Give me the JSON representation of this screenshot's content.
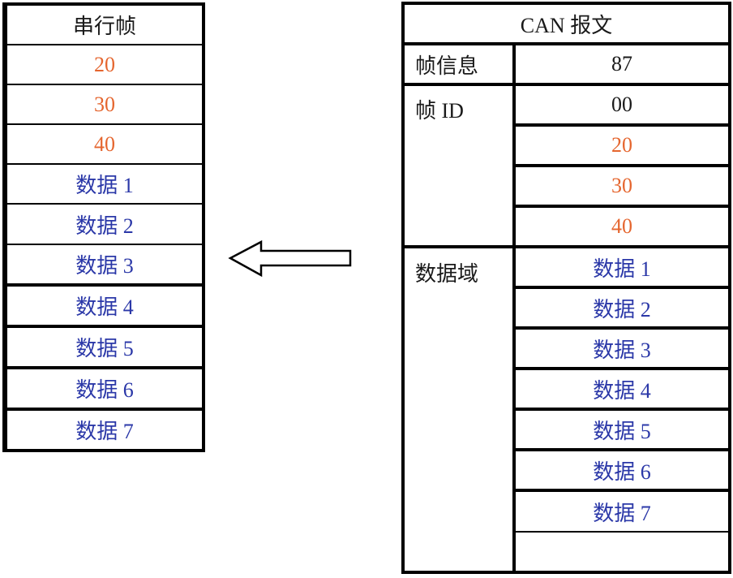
{
  "colors": {
    "orange": "#e5662f",
    "blue": "#2b38a8",
    "black": "#1a1a1a",
    "line": "#000000"
  },
  "left_table": {
    "title": "串行帧",
    "rows": [
      {
        "label": "20",
        "color": "orange"
      },
      {
        "label": "30",
        "color": "orange"
      },
      {
        "label": "40",
        "color": "orange"
      },
      {
        "label": "数据 1",
        "color": "blue"
      },
      {
        "label": "数据 2",
        "color": "blue"
      },
      {
        "label": "数据 3",
        "color": "blue"
      },
      {
        "label": "数据 4",
        "color": "blue"
      },
      {
        "label": "数据 5",
        "color": "blue"
      },
      {
        "label": "数据 6",
        "color": "blue"
      },
      {
        "label": "数据 7",
        "color": "blue"
      }
    ]
  },
  "arrow": {
    "direction": "left"
  },
  "right_table": {
    "title": "CAN 报文",
    "sections": [
      {
        "label": "帧信息",
        "values": [
          {
            "text": "87",
            "color": "black"
          }
        ]
      },
      {
        "label": "帧 ID",
        "values": [
          {
            "text": "00",
            "color": "black"
          },
          {
            "text": "20",
            "color": "orange"
          },
          {
            "text": "30",
            "color": "orange"
          },
          {
            "text": "40",
            "color": "orange"
          }
        ]
      },
      {
        "label": "数据域",
        "values": [
          {
            "text": "数据 1",
            "color": "blue"
          },
          {
            "text": "数据 2",
            "color": "blue"
          },
          {
            "text": "数据 3",
            "color": "blue"
          },
          {
            "text": "数据 4",
            "color": "blue"
          },
          {
            "text": "数据 5",
            "color": "blue"
          },
          {
            "text": "数据 6",
            "color": "blue"
          },
          {
            "text": "数据 7",
            "color": "blue"
          }
        ]
      }
    ]
  }
}
